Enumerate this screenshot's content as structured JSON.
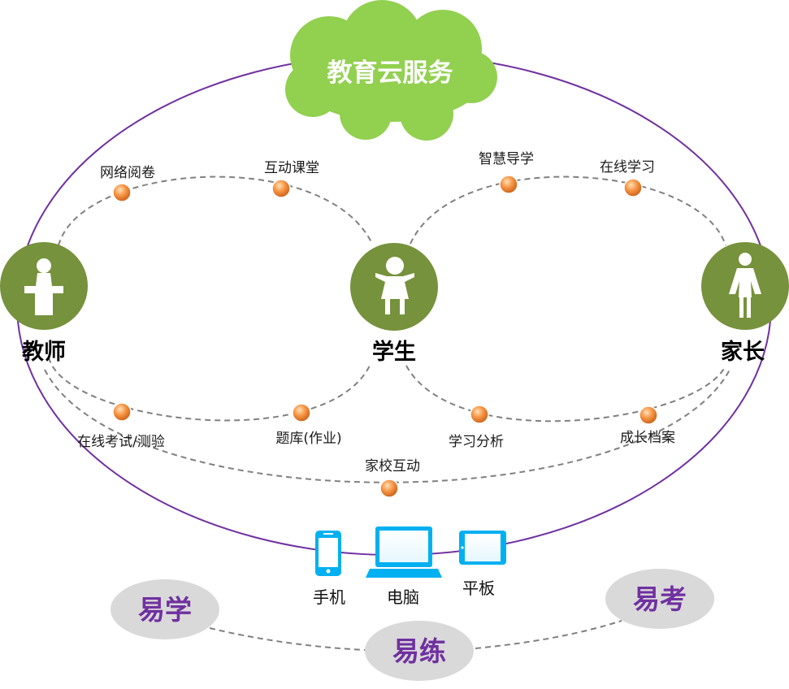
{
  "service": {
    "label": "教育云服务"
  },
  "roles": {
    "teacher": {
      "label": "教师",
      "icon": "teacher-at-podium-icon"
    },
    "student": {
      "label": "学生",
      "icon": "child-icon"
    },
    "parent": {
      "label": "家长",
      "icon": "woman-icon"
    }
  },
  "features": {
    "online_marking": "网络阅卷",
    "interactive_class": "互动课堂",
    "smart_guidance": "智慧导学",
    "online_learning": "在线学习",
    "online_exam": "在线考试/测验",
    "question_bank": "题库(作业)",
    "learning_analysis": "学习分析",
    "growth_archive": "成长档案",
    "home_school": "家校互动"
  },
  "devices": {
    "phone": "手机",
    "computer": "电脑",
    "tablet": "平板"
  },
  "easy": {
    "learn": "易学",
    "practice": "易练",
    "exam": "易考"
  },
  "colors": {
    "ellipse": "#7030a0",
    "cloud": "#92d050",
    "role_circle": "#76923c",
    "node": "#e46c0a",
    "device": "#00b0f0",
    "easy_text": "#7030a0",
    "easy_bg": "#d9d9d9"
  }
}
